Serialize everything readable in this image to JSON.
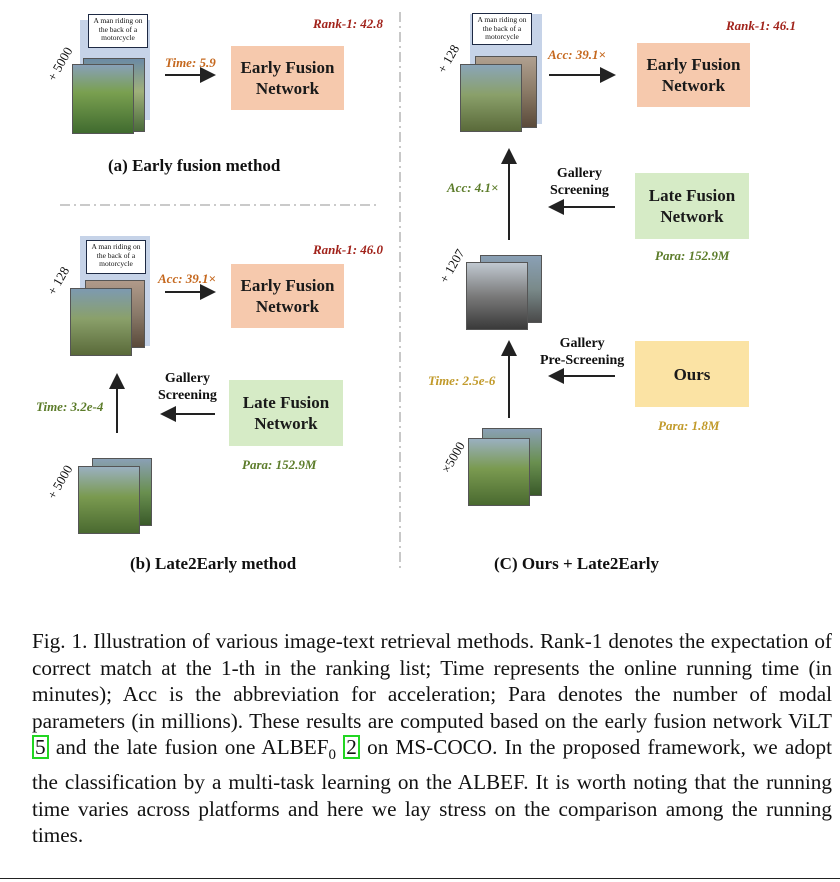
{
  "panel_a": {
    "rank": "Rank-1: 42.8",
    "time": "Time: 5.9",
    "box": "Early Fusion\nNetwork",
    "count": "+ 5000",
    "text_card": "A man riding on the back of a motorcycle",
    "caption": "(a) Early fusion method"
  },
  "panel_b": {
    "rank": "Rank-1: 46.0",
    "acc": "Acc: 39.1×",
    "early_box": "Early Fusion\nNetwork",
    "count_top": "+ 128",
    "text_card": "A man riding on the back of a motorcycle",
    "time": "Time: 3.2e-4",
    "screening": "Gallery\nScreening",
    "late_box": "Late Fusion\nNetwork",
    "para": "Para: 152.9M",
    "count_bottom": "+ 5000",
    "caption": "(b) Late2Early method"
  },
  "panel_c": {
    "rank": "Rank-1: 46.1",
    "acc_top": "Acc: 39.1×",
    "early_box": "Early Fusion\nNetwork",
    "count_top": "+ 128",
    "text_card": "A man riding on the back of a motorcycle",
    "acc_mid": "Acc: 4.1×",
    "screening": "Gallery\nScreening",
    "late_box": "Late Fusion\nNetwork",
    "para_late": "Para: 152.9M",
    "count_mid": "+ 1207",
    "pre_screening": "Gallery\nPre-Screening",
    "time": "Time: 2.5e-6",
    "ours_box": "Ours",
    "para_ours": "Para: 1.8M",
    "count_bottom": "×5000",
    "caption": "(C) Ours + Late2Early"
  },
  "caption": {
    "p1": "Fig. 1.  Illustration of various image-text retrieval methods. Rank-1 denotes the expectation of correct match at the 1-th in the ranking list; Time represents the online running time (in minutes); Acc is the abbreviation for acceleration; Para denotes the number of modal parameters (in millions). These results are computed based on the early fusion network ViLT ",
    "ref1": "5",
    "p2": " and the late fusion one ALBEF",
    "sub": "0",
    "p3": " ",
    "ref2": "2",
    "p4": " on MS-COCO. In the proposed framework, we adopt the classification by a multi-task learning on the ALBEF. It is worth noting that the running time varies across platforms and here we lay stress on the comparison among the running times."
  },
  "colors": {
    "early": "#f6c9ad",
    "late": "#d6ebc6",
    "ours": "#fbe3a4",
    "rank": "#a1231b",
    "acc_orange": "#c5681e",
    "green": "#5c7c2a",
    "gold": "#c19a2a",
    "highlight_border": "#22d622"
  }
}
